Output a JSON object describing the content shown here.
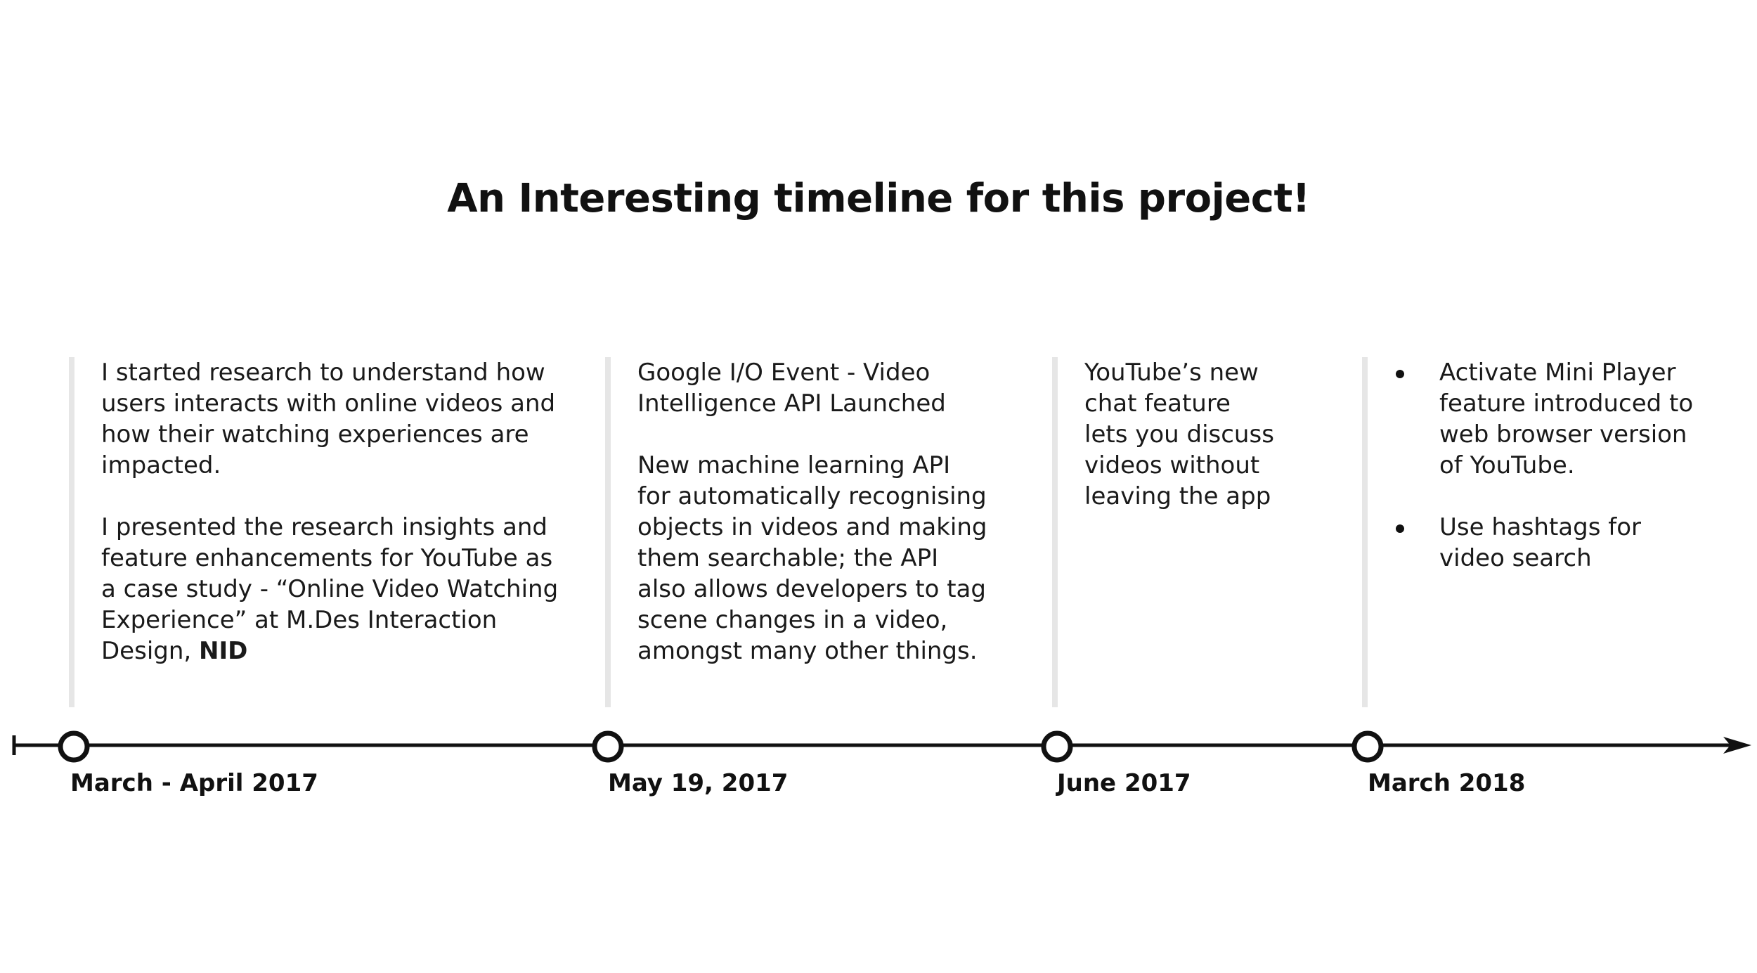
{
  "title": "An Interesting timeline for this project!",
  "events": [
    {
      "date": "March - April 2017",
      "paragraphs": [
        "I started research to understand how\nusers interacts with online videos and\nhow their watching experiences are\nimpacted.",
        "I presented the research insights and\nfeature enhancements for YouTube as\na case study - “Online Video Watching\nExperience” at M.Des Interaction\nDesign, "
      ],
      "emphasis": "NID"
    },
    {
      "date": "May 19, 2017",
      "paragraphs": [
        "Google I/O Event - Video\nIntelligence API Launched",
        "New machine learning API\nfor automatically recognising\nobjects in videos and making\nthem searchable; the API\nalso allows developers to tag\nscene changes in a video,\namongst many other things."
      ]
    },
    {
      "date": "June 2017",
      "paragraphs": [
        "YouTube’s new\nchat feature\nlets you discuss\nvideos without\nleaving the app"
      ]
    },
    {
      "date": "March 2018",
      "bullets": [
        "Activate Mini Player\nfeature introduced to\nweb browser version\nof YouTube.",
        "Use hashtags for\nvideo search"
      ]
    }
  ],
  "colors": {
    "axis": "#111111",
    "divider": "#e6e6e6",
    "text": "#1a1a1a"
  }
}
